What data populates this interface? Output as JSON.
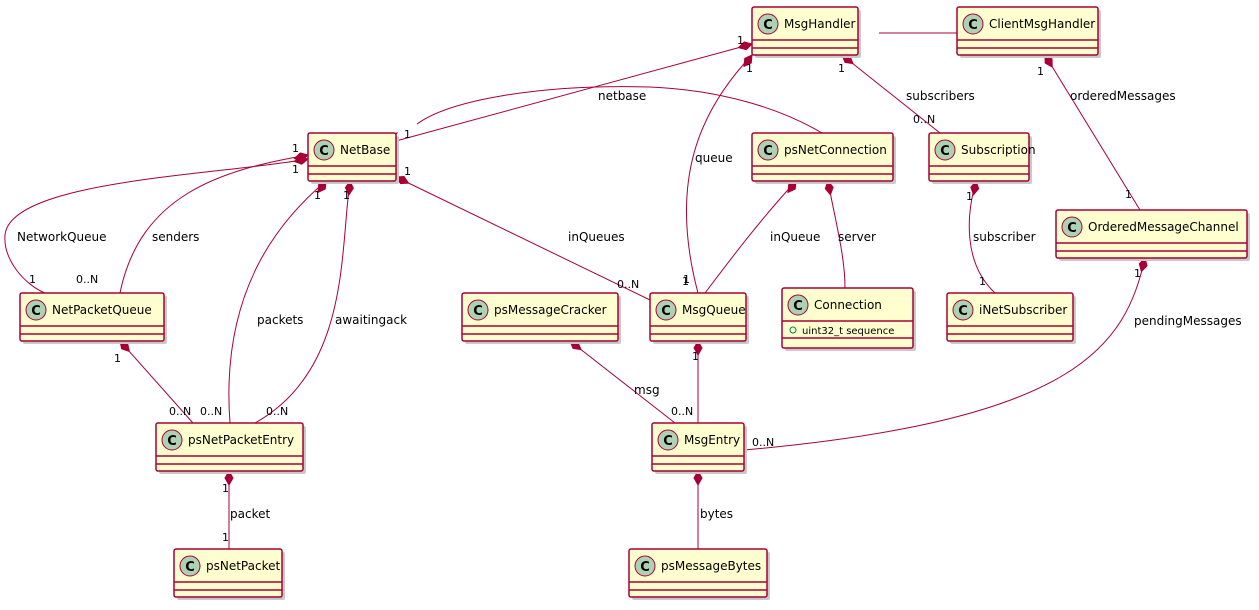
{
  "classes": [
    {
      "id": "MsgHandler",
      "name": "MsgHandler"
    },
    {
      "id": "ClientMsgHandler",
      "name": "ClientMsgHandler"
    },
    {
      "id": "NetBase",
      "name": "NetBase"
    },
    {
      "id": "psNetConnection",
      "name": "psNetConnection"
    },
    {
      "id": "Subscription",
      "name": "Subscription"
    },
    {
      "id": "OrderedMessageChannel",
      "name": "OrderedMessageChannel"
    },
    {
      "id": "NetPacketQueue",
      "name": "NetPacketQueue"
    },
    {
      "id": "psMessageCracker",
      "name": "psMessageCracker"
    },
    {
      "id": "MsgQueue",
      "name": "MsgQueue"
    },
    {
      "id": "Connection",
      "name": "Connection",
      "attributes": [
        "uint32_t sequence"
      ]
    },
    {
      "id": "iNetSubscriber",
      "name": "iNetSubscriber"
    },
    {
      "id": "psNetPacketEntry",
      "name": "psNetPacketEntry"
    },
    {
      "id": "MsgEntry",
      "name": "MsgEntry"
    },
    {
      "id": "psNetPacket",
      "name": "psNetPacket"
    },
    {
      "id": "psMessageBytes",
      "name": "psMessageBytes"
    }
  ],
  "relations": [
    {
      "id": "clientmsghandler-msghandler",
      "from": "ClientMsgHandler",
      "to": "MsgHandler",
      "kind": "inheritance",
      "label": "",
      "from_mult": "",
      "to_mult": ""
    },
    {
      "id": "psnetconnection-netbase",
      "from": "psNetConnection",
      "to": "NetBase",
      "kind": "inheritance",
      "label": "",
      "from_mult": "",
      "to_mult": ""
    },
    {
      "id": "msghandler-netbase",
      "from": "MsgHandler",
      "to": "NetBase",
      "kind": "composition",
      "label": "netbase",
      "from_mult": "1",
      "to_mult": "1"
    },
    {
      "id": "msghandler-msgqueue",
      "from": "MsgHandler",
      "to": "MsgQueue",
      "kind": "composition",
      "label": "queue",
      "from_mult": "1",
      "to_mult": "1"
    },
    {
      "id": "msghandler-subscription",
      "from": "MsgHandler",
      "to": "Subscription",
      "kind": "composition",
      "label": "subscribers",
      "from_mult": "1",
      "to_mult": "0..N"
    },
    {
      "id": "clientmsghandler-orderedmessagechannel",
      "from": "ClientMsgHandler",
      "to": "OrderedMessageChannel",
      "kind": "composition",
      "label": "orderedMessages",
      "from_mult": "1",
      "to_mult": "1"
    },
    {
      "id": "netbase-netpacketqueue-networkqueue",
      "from": "NetBase",
      "to": "NetPacketQueue",
      "kind": "composition",
      "label": "NetworkQueue",
      "from_mult": "1",
      "to_mult": "1"
    },
    {
      "id": "netbase-netpacketqueue-senders",
      "from": "NetBase",
      "to": "NetPacketQueue",
      "kind": "composition",
      "label": "senders",
      "from_mult": "1",
      "to_mult": "0..N"
    },
    {
      "id": "netbase-psnetpacketentry-packets",
      "from": "NetBase",
      "to": "psNetPacketEntry",
      "kind": "composition",
      "label": "packets",
      "from_mult": "1",
      "to_mult": "0..N"
    },
    {
      "id": "netbase-psnetpacketentry-awaitingack",
      "from": "NetBase",
      "to": "psNetPacketEntry",
      "kind": "composition",
      "label": "awaitingack",
      "from_mult": "1",
      "to_mult": "0..N"
    },
    {
      "id": "netbase-msgqueue",
      "from": "NetBase",
      "to": "MsgQueue",
      "kind": "composition",
      "label": "inQueues",
      "from_mult": "1",
      "to_mult": "0..N"
    },
    {
      "id": "psnetconnection-msgqueue",
      "from": "psNetConnection",
      "to": "MsgQueue",
      "kind": "composition",
      "label": "inQueue",
      "from_mult": "",
      "to_mult": "1"
    },
    {
      "id": "psnetconnection-connection",
      "from": "psNetConnection",
      "to": "Connection",
      "kind": "composition",
      "label": "server",
      "from_mult": "",
      "to_mult": ""
    },
    {
      "id": "subscription-inetsubscriber",
      "from": "Subscription",
      "to": "iNetSubscriber",
      "kind": "composition",
      "label": "subscriber",
      "from_mult": "1",
      "to_mult": "1"
    },
    {
      "id": "orderedmessagechannel-msgentry",
      "from": "OrderedMessageChannel",
      "to": "MsgEntry",
      "kind": "composition",
      "label": "pendingMessages",
      "from_mult": "1",
      "to_mult": "0..N"
    },
    {
      "id": "netpacketqueue-psnetpacketentry",
      "from": "NetPacketQueue",
      "to": "psNetPacketEntry",
      "kind": "composition",
      "label": "",
      "from_mult": "1",
      "to_mult": "0..N"
    },
    {
      "id": "psmessagecracker-msgentry",
      "from": "psMessageCracker",
      "to": "MsgEntry",
      "kind": "composition",
      "label": "msg",
      "from_mult": "",
      "to_mult": ""
    },
    {
      "id": "msgqueue-msgentry",
      "from": "MsgQueue",
      "to": "MsgEntry",
      "kind": "composition",
      "label": "",
      "from_mult": "1",
      "to_mult": "0..N"
    },
    {
      "id": "psnetpacketentry-psnetpacket",
      "from": "psNetPacketEntry",
      "to": "psNetPacket",
      "kind": "composition",
      "label": "packet",
      "from_mult": "1",
      "to_mult": "1"
    },
    {
      "id": "msgentry-psmessagebytes",
      "from": "MsgEntry",
      "to": "psMessageBytes",
      "kind": "composition",
      "label": "bytes",
      "from_mult": "",
      "to_mult": ""
    }
  ],
  "glyphs": {
    "class_circle_letter": "C"
  },
  "colors": {
    "box_fill": "#fefece",
    "border": "#a80036",
    "circle_fill": "#add1b2"
  }
}
